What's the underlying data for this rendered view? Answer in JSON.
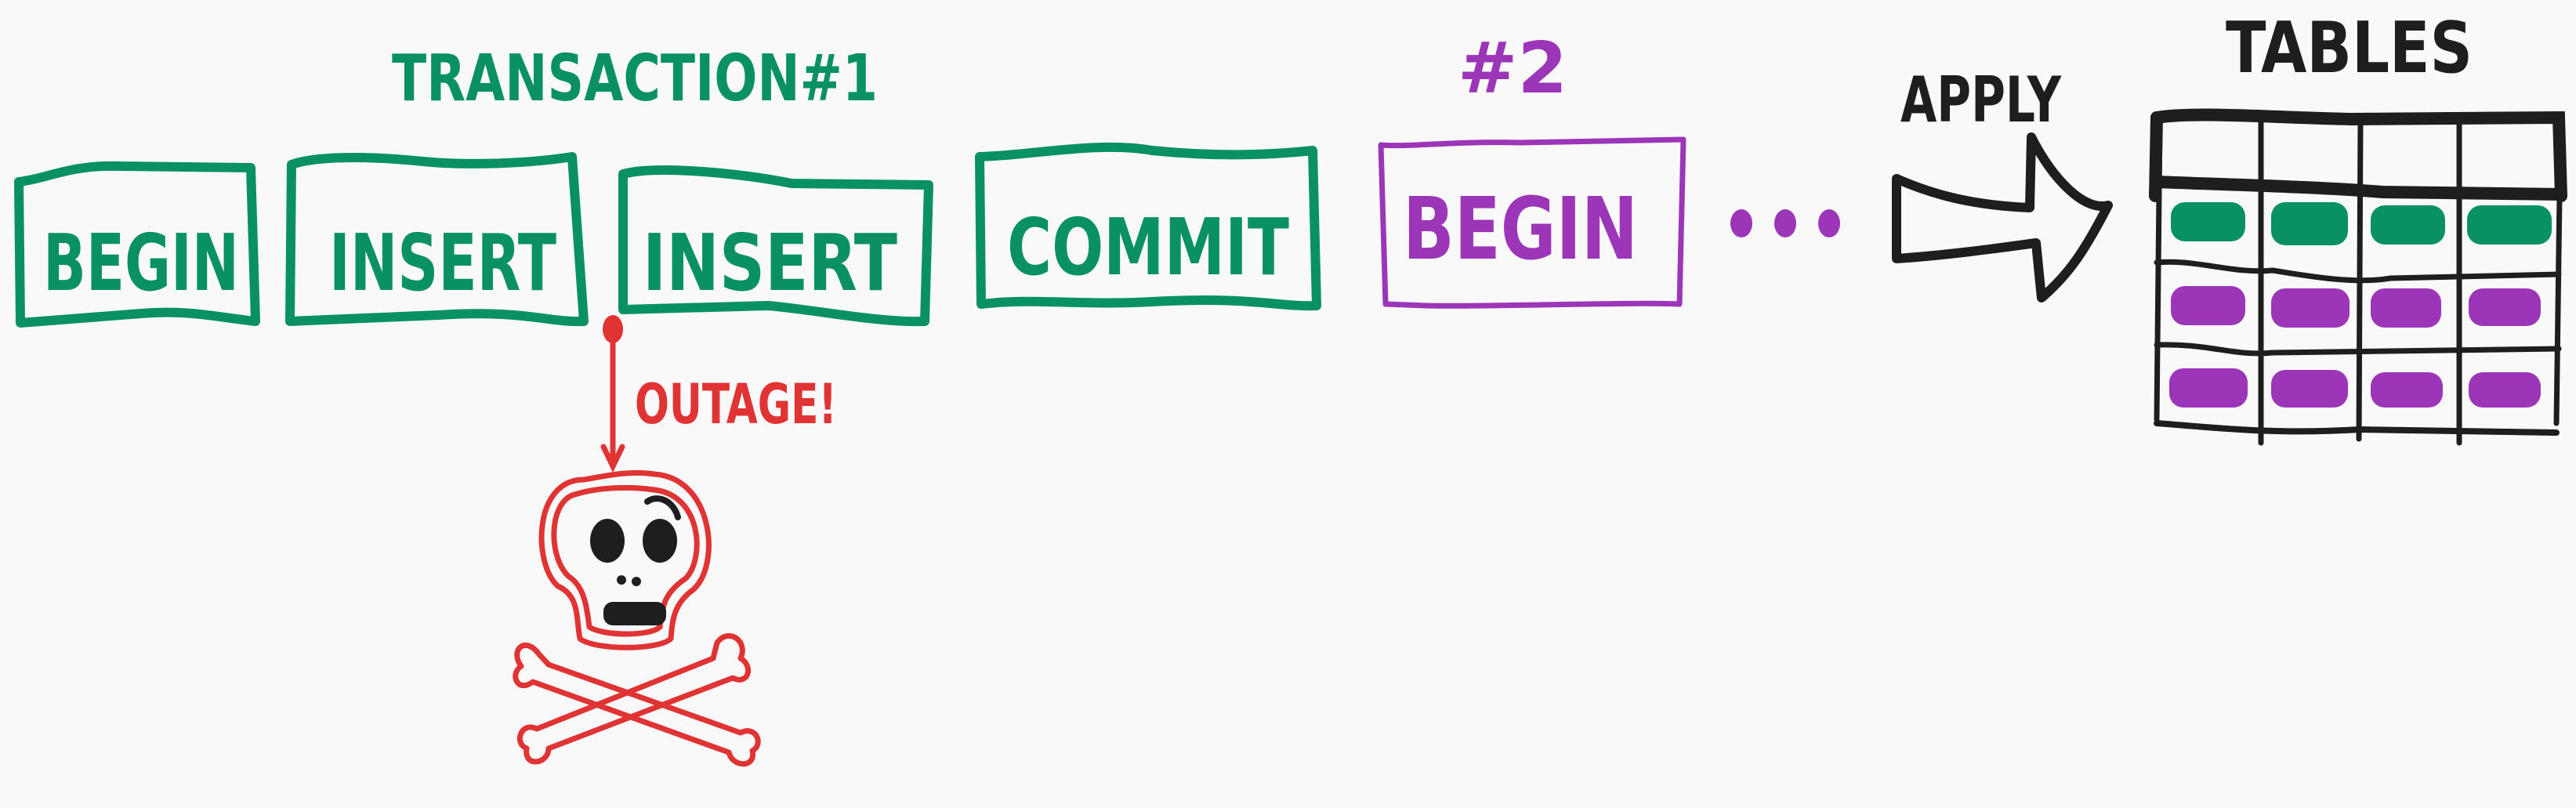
{
  "colors": {
    "transaction1": "#0a9163",
    "transaction2": "#9b36b8",
    "outage": "#e03434",
    "ink": "#1e1e1e",
    "background": "#f9f9f9"
  },
  "transaction1": {
    "label": "TRANSACTION#1",
    "steps": [
      "BEGIN",
      "INSERT",
      "INSERT",
      "COMMIT"
    ]
  },
  "transaction2": {
    "label": "#2",
    "steps": [
      "BEGIN"
    ],
    "continuation": "..."
  },
  "outage": {
    "label": "OUTAGE!",
    "icon": "skull-crossbones-icon"
  },
  "apply": {
    "label": "APPLY",
    "icon": "arrow-right-icon"
  },
  "tables": {
    "label": "TABLES",
    "rows": [
      {
        "color": "transaction1",
        "cells": 4
      },
      {
        "color": "transaction2",
        "cells": 4
      },
      {
        "color": "transaction2",
        "cells": 4
      }
    ]
  }
}
